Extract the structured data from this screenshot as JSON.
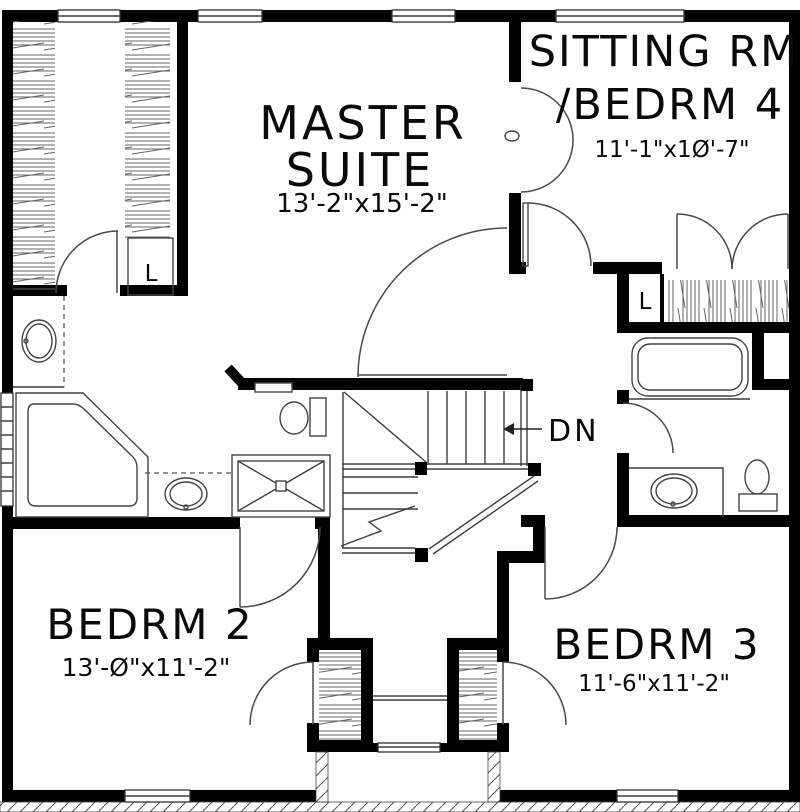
{
  "rooms": {
    "master_suite": {
      "line1": "MASTER",
      "line2": "SUITE",
      "dims": "13'-2\"x15'-2\""
    },
    "sitting_bedroom4": {
      "line1": "SITTING RM",
      "line2": "/BEDRM 4",
      "dims": "11'-1\"x1Ø'-7\""
    },
    "bedroom2": {
      "line1": "BEDRM 2",
      "dims": "13'-Ø\"x11'-2\""
    },
    "bedroom3": {
      "line1": "BEDRM 3",
      "dims": "11'-6\"x11'-2\""
    }
  },
  "labels": {
    "stairs_down": "DN",
    "closet_left": "L",
    "closet_right": "L"
  },
  "icons": {
    "down_arrow": "left-arrow-icon"
  },
  "colors": {
    "walls": "#000000",
    "lines": "#3f3f3f",
    "hatch": "#555555",
    "background": "#ffffff"
  }
}
